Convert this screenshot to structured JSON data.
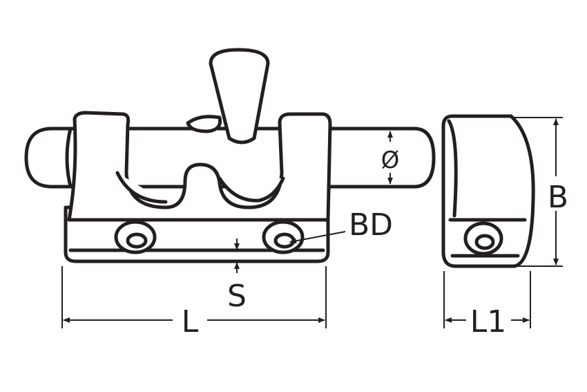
{
  "diagram": {
    "labels": {
      "diameter": "Ø",
      "bore_diameter": "BD",
      "thickness": "S",
      "length": "L",
      "keeper_length": "L1",
      "height": "B"
    },
    "colors": {
      "line": "#231f20",
      "background": "#ffffff"
    }
  }
}
